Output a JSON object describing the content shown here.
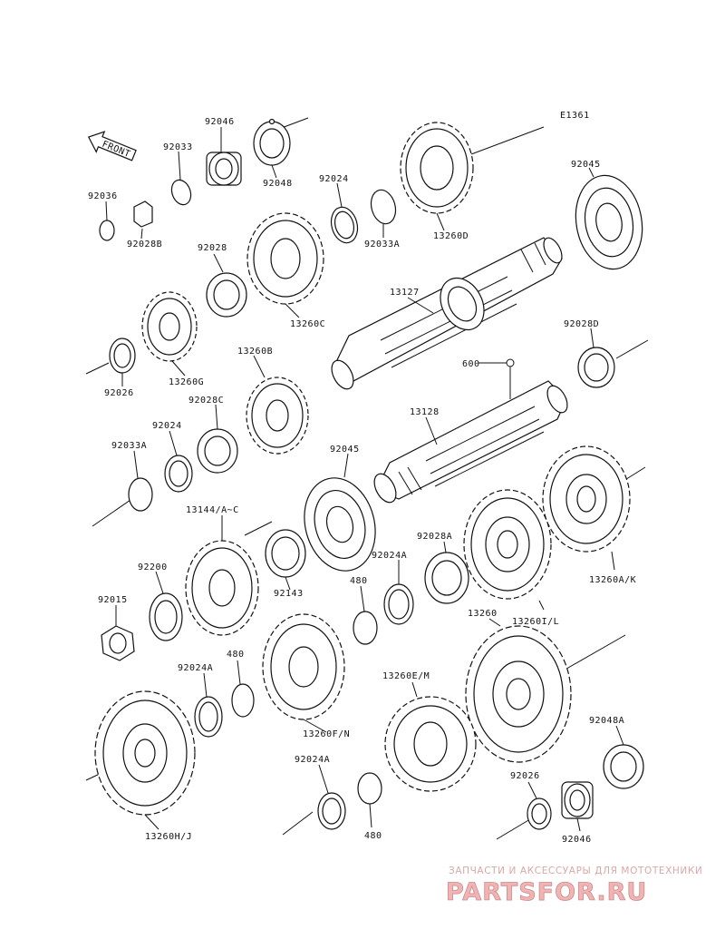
{
  "diagram": {
    "code": "E1361",
    "front_label": "FRONT",
    "labels": {
      "p92046_top": "92046",
      "p92033_top": "92033",
      "p92036": "92036",
      "p92028B": "92028B",
      "p92048": "92048",
      "p92024_top": "92024",
      "p92033A_top": "92033A",
      "p13260D": "13260D",
      "p92045_top": "92045",
      "p92028_top": "92028",
      "p13260C": "13260C",
      "p13127": "13127",
      "p92026_left": "92026",
      "p13260G": "13260G",
      "p92028D": "92028D",
      "p13260B": "13260B",
      "p92028C": "92028C",
      "p600": "600",
      "p13128": "13128",
      "p92024_mid": "92024",
      "p92033A_mid": "92033A",
      "p92045_mid": "92045",
      "p13144": "13144/A~C",
      "p92028A": "92028A",
      "p92024A_mid": "92024A",
      "p92200": "92200",
      "p92143": "92143",
      "p480_a": "480",
      "p13260I": "13260I/L",
      "p13260AK": "13260A/K",
      "p92015": "92015",
      "p13260": "13260",
      "p92024A_left": "92024A",
      "p480_b": "480",
      "p13260F": "13260F/N",
      "p13260E": "13260E/M",
      "p92048A": "92048A",
      "p92024A_low": "92024A",
      "p92026_low": "92026",
      "p13260HJ": "13260H/J",
      "p480_c": "480",
      "p92046_low": "92046"
    }
  },
  "watermark": {
    "tagline": "ЗАПЧАСТИ И АКСЕССУАРЫ ДЛЯ МОТОТЕХНИКИ",
    "brand": "PARTSFOR.RU"
  }
}
